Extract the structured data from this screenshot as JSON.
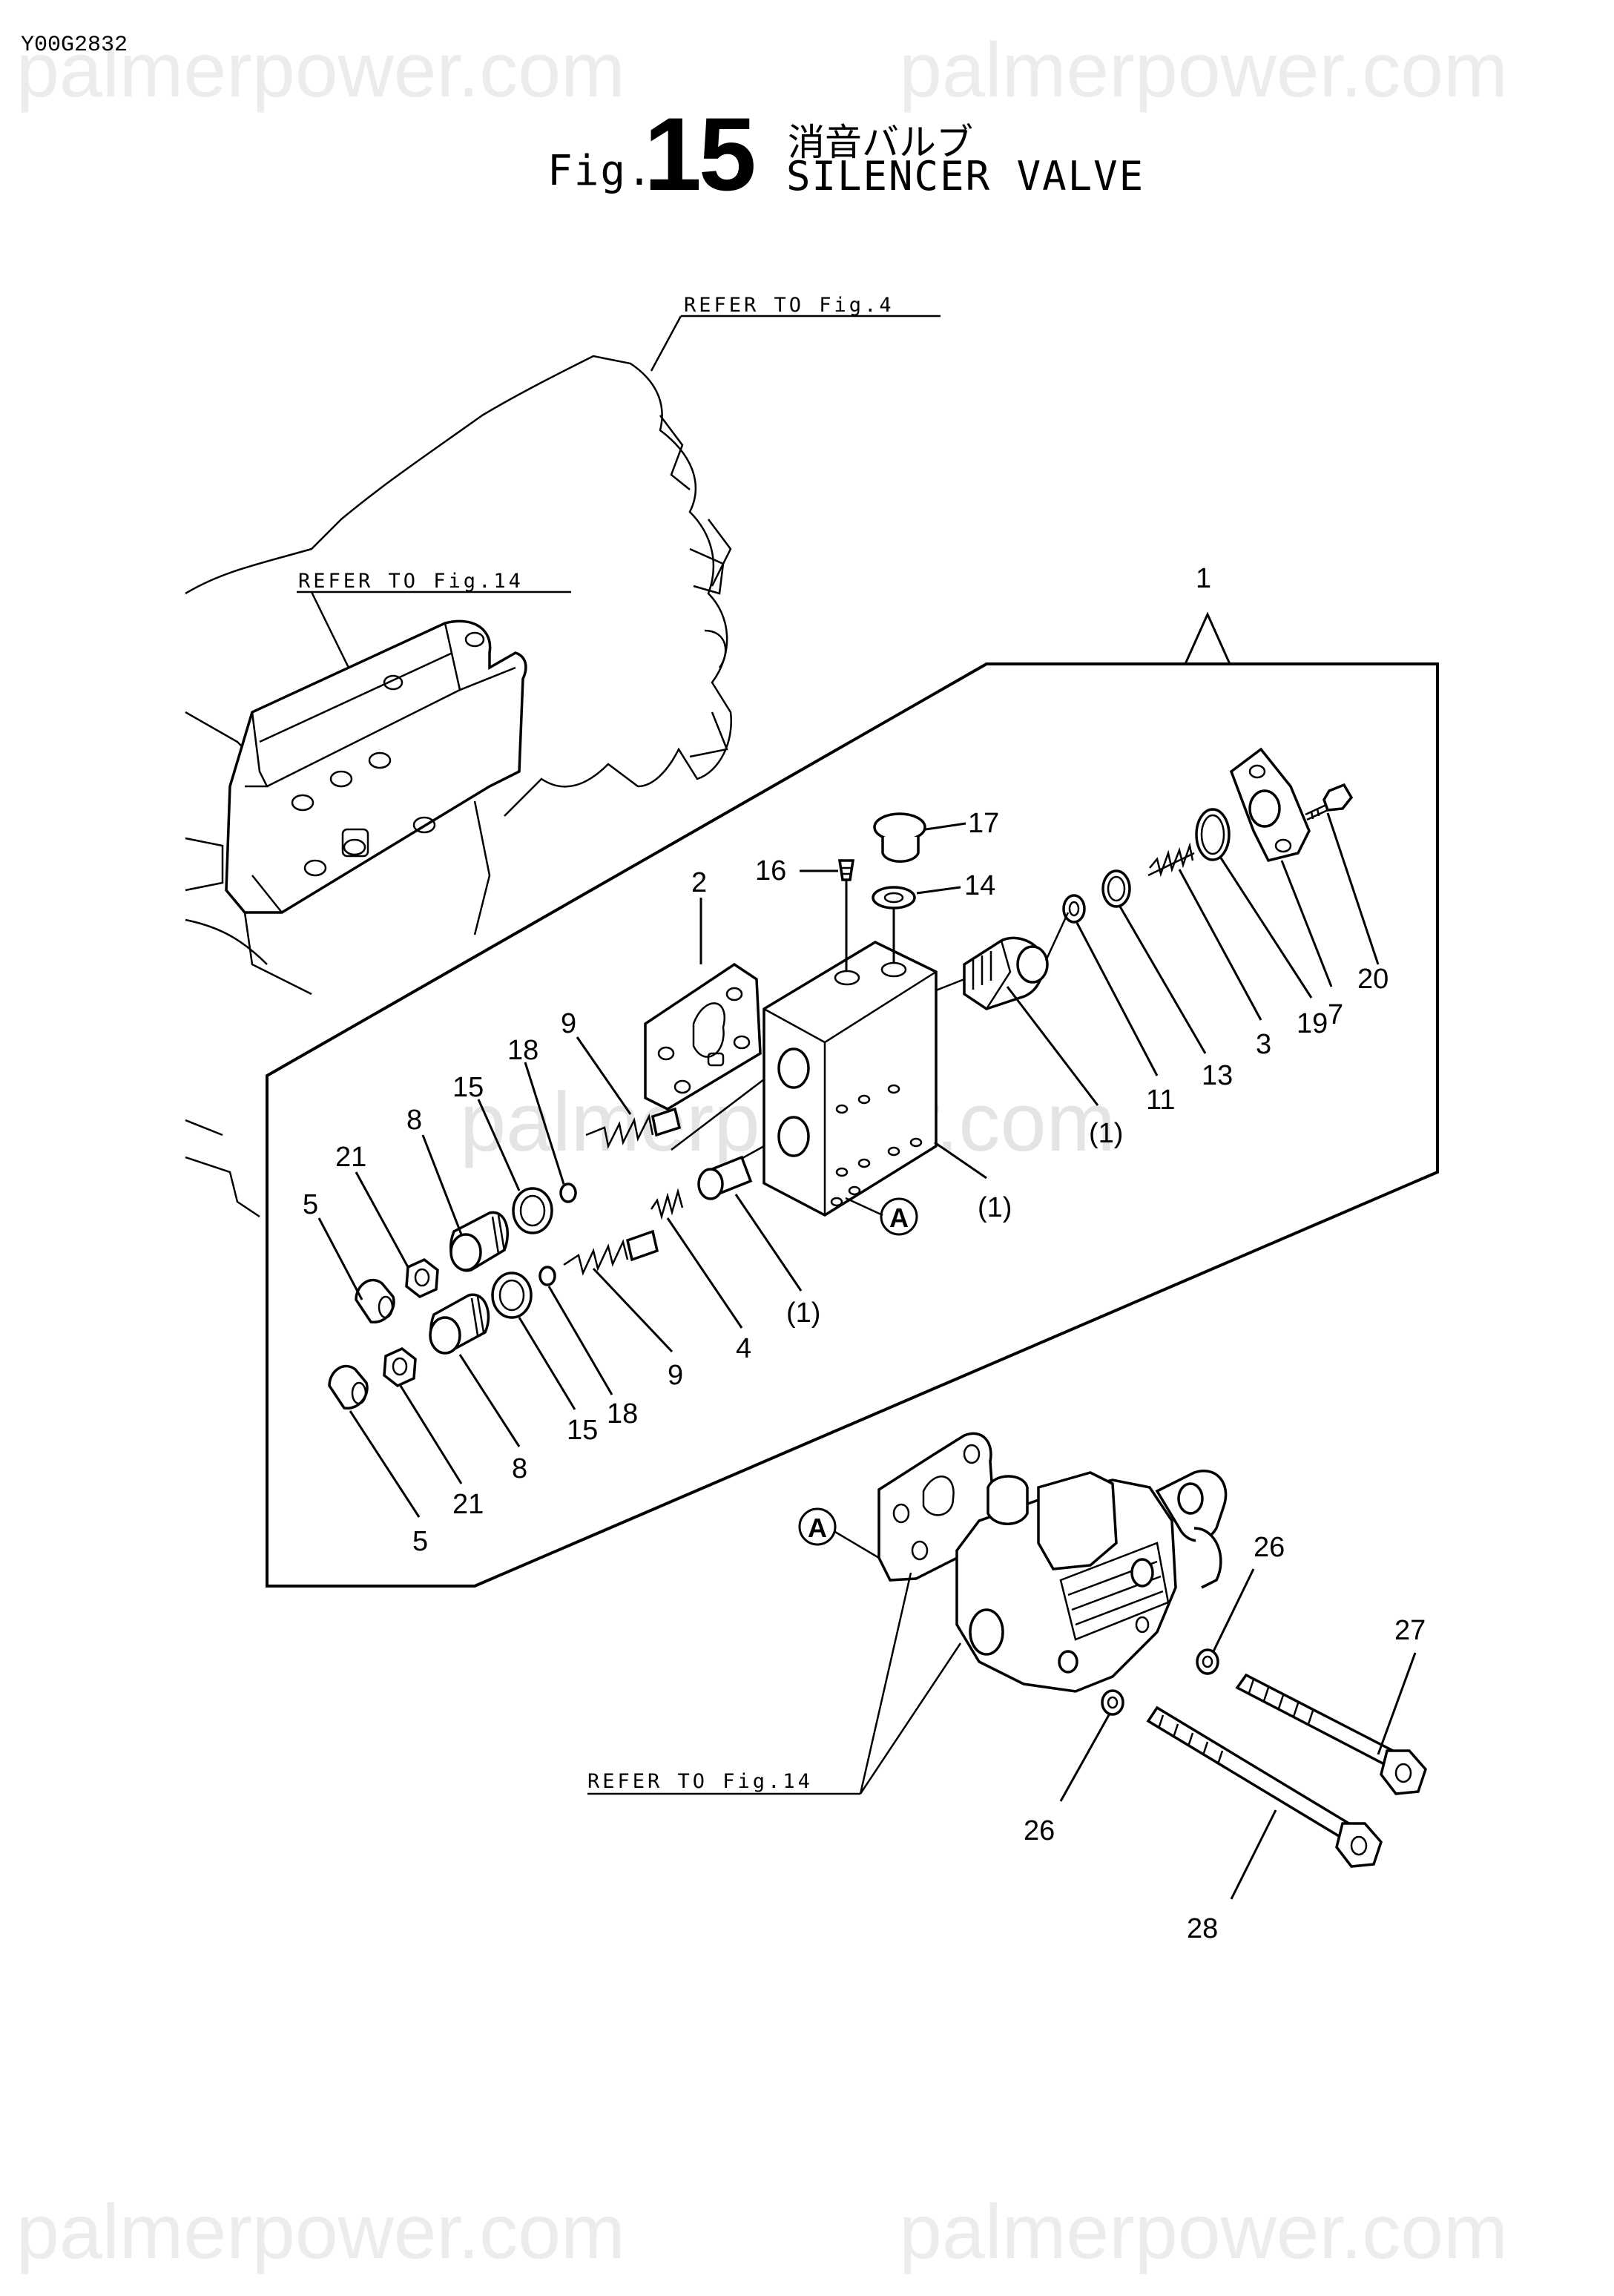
{
  "doc_code": "Y00G2832",
  "figure": {
    "prefix": "Fig.",
    "number": "15",
    "title_jp": "消音バルブ",
    "title_en": "SILENCER VALVE"
  },
  "watermark": "palmerpower.com",
  "references": [
    "REFER TO Fig.4",
    "REFER TO Fig.14",
    "REFER TO Fig.14"
  ],
  "circled_marker": "A",
  "callouts": {
    "c1": "1",
    "c2": "2",
    "c3": "3",
    "c4": "4",
    "c5a": "5",
    "c5b": "5",
    "c7": "7",
    "c8a": "8",
    "c8b": "8",
    "c9a": "9",
    "c9b": "9",
    "c11": "11",
    "c13": "13",
    "c14": "14",
    "c15a": "15",
    "c15b": "15",
    "c16": "16",
    "c17": "17",
    "c18a": "18",
    "c18b": "18",
    "c19": "19",
    "c20": "20",
    "c21a": "21",
    "c21b": "21",
    "c26a": "26",
    "c26b": "26",
    "c27": "27",
    "c28": "28",
    "p1a": "(1)",
    "p1b": "(1)",
    "p1c": "(1)"
  }
}
